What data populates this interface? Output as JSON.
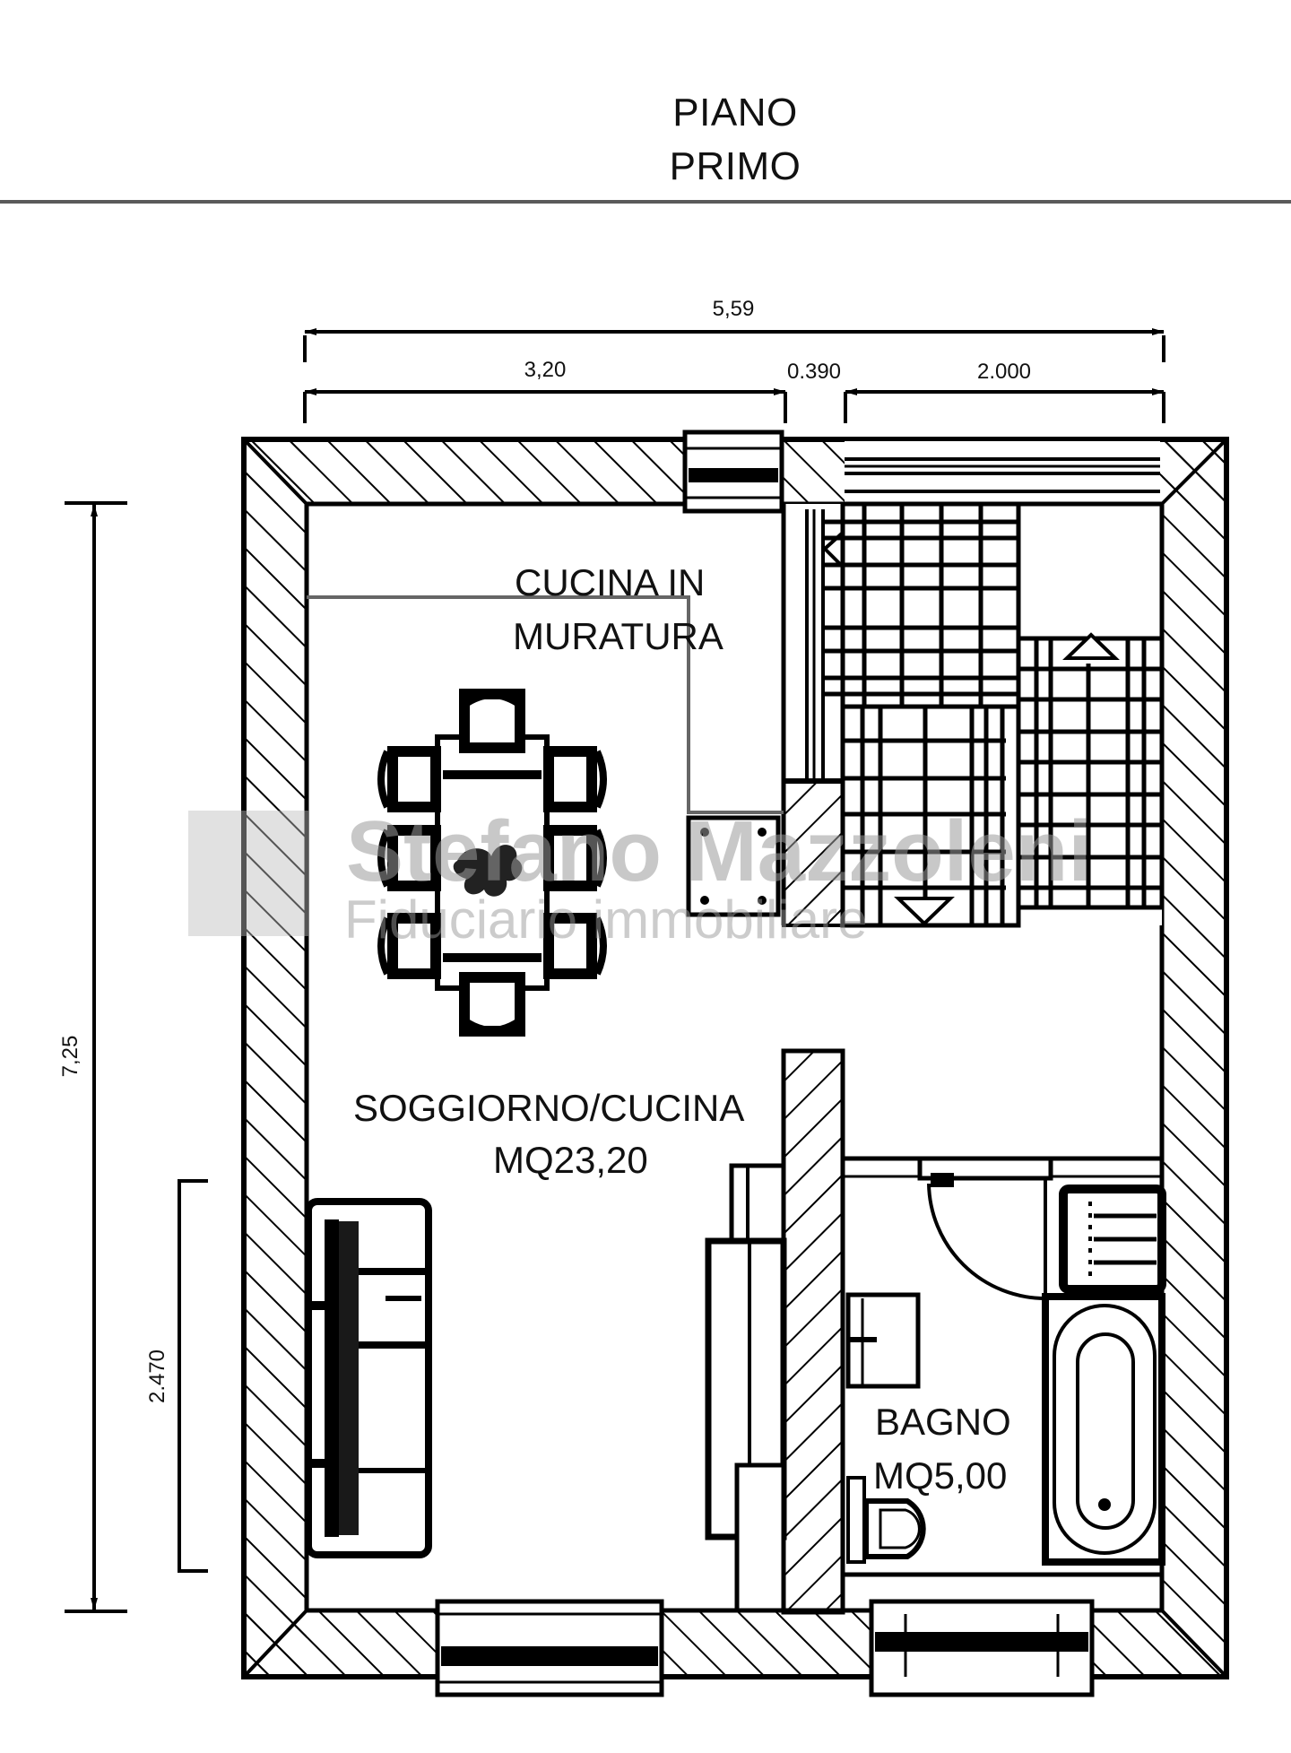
{
  "title": {
    "line1": "PIANO",
    "line2": "PRIMO"
  },
  "dimensions": {
    "overall_width": "5,59",
    "segment_left": "3,20",
    "segment_middle": "0.390",
    "segment_right": "2.000",
    "overall_height": "7,25",
    "partial_height": "2.470"
  },
  "rooms": {
    "kitchen": {
      "line1": "CUCINA IN",
      "line2": "MURATURA"
    },
    "living": {
      "line1": "SOGGIORNO/CUCINA",
      "line2": "MQ23,20"
    },
    "bathroom": {
      "line1": "BAGNO",
      "line2": "MQ5,00"
    }
  },
  "watermark": {
    "name": "Stefano Mazzoleni",
    "subtitle": "Fiduciario immobiliare"
  },
  "colors": {
    "line": "#000000",
    "rule": "#5a5a5a",
    "kitchen_outline": "#666666",
    "watermark": "#9a9a9a"
  }
}
